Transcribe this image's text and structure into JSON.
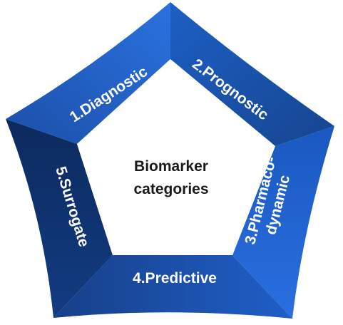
{
  "center": {
    "line1": "Biomarker",
    "line2": "categories"
  },
  "segments": [
    {
      "id": 1,
      "label": "1.Diagnostic",
      "color": "#1d5fc4"
    },
    {
      "id": 2,
      "label": "2.Prognostic",
      "color": "#1a4fb0"
    },
    {
      "id": 3,
      "label_line1": "3.Pharmaco-",
      "label_line2": "dynamic",
      "color": "#1e63cf"
    },
    {
      "id": 4,
      "label": "4.Predictive",
      "color": "#1b55b6"
    },
    {
      "id": 5,
      "label": "5.Surrogate",
      "color": "#0d2e66"
    }
  ]
}
